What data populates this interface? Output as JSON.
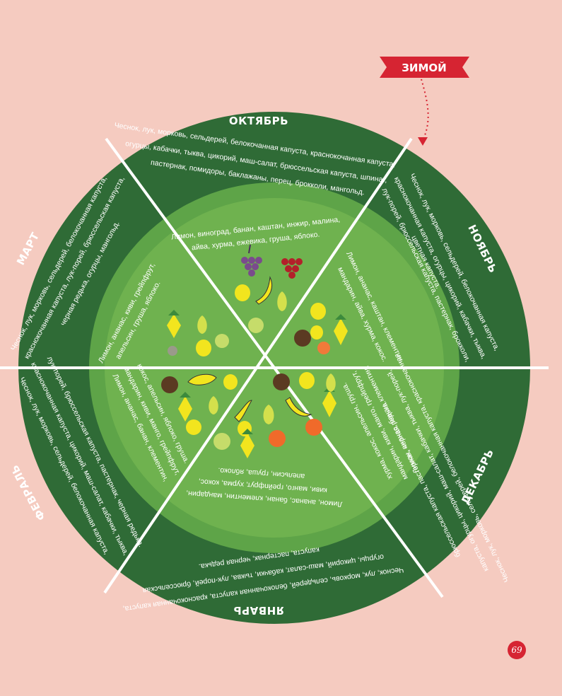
{
  "banner": {
    "label": "ЗИМОЙ"
  },
  "page_number": "69",
  "colors": {
    "background": "#f5cbc0",
    "outer_ring": "#2f6b36",
    "inner_ring": "#5ea448",
    "center_disc": "#6fb24f",
    "divider": "#ffffff",
    "banner_red": "#d62432"
  },
  "months": [
    {
      "id": "october",
      "title": "ОКТЯБРЬ",
      "vegetables": [
        "Чеснок, лук, морковь, сельдерей, белокочанная капуста, краснокочанная капуста,",
        "огурцы, кабачки, тыква, цикорий, маш-салат, брюссельская капуста, шпинат,",
        "пастернак, помидоры, баклажаны, перец, брокколи, мангольд."
      ],
      "fruits": [
        "Лимон, виноград, банан, каштан, инжир, малина,",
        "айва, хурма, ежевика, груша, яблоко."
      ],
      "icons": [
        "grapes-icon",
        "raspberry-icon",
        "lemon-icon",
        "banana-icon",
        "pear-icon",
        "apple-icon"
      ]
    },
    {
      "id": "november",
      "title": "НОЯБРЬ",
      "vegetables": [
        "Чеснок, лук, морковь, сельдерей, белокочанная капуста,",
        "краснокочанная капуста, огурцы, цикорий, кабачки, тыква,",
        "лук-порей, брюссельская капуста, пастернак, брокколи,",
        "цветная капуста."
      ],
      "fruits": [
        "Лимон, ананас, каштан, клементин,",
        "мандарин, айва, хурма, кокос."
      ],
      "icons": [
        "lemon-icon",
        "pineapple-icon",
        "coconut-icon",
        "lime-icon",
        "tangerine-icon"
      ]
    },
    {
      "id": "december",
      "title": "ДЕКАБРЬ",
      "vegetables": [
        "Чеснок, лук, морковь, сельдерей, белокочанная капуста, краснокочанная",
        "капуста, огурцы, цикорий, маш-салат, кабачки, тыква, лук-порей,",
        "брюссельская капуста, пастернак, черная редька."
      ],
      "fruits": [
        "Лимон, ананас, банан, клементин,",
        "мандарин, киви, манго, грейпфрут,",
        "хурма, кокос, апельсин, груша."
      ],
      "icons": [
        "coconut-icon",
        "lemon-icon",
        "pineapple-icon",
        "banana-icon",
        "pear-icon",
        "orange-icon"
      ]
    },
    {
      "id": "january",
      "title": "ЯНВАРЬ",
      "vegetables": [
        "Чеснок, лук, морковь, сельдерей, белокочанная капуста, краснокочанная капуста,",
        "огурцы, цикорий, маш-салат, кабачки, тыква, лук-порей, брюссельская",
        "капуста, пастернак, черная редька."
      ],
      "fruits": [
        "Лимон, ананас, банан, клементин, мандарин,",
        "киви, манго, грейпфрут, хурма, кокос,",
        "апельсин, груша, яблоко."
      ],
      "icons": [
        "banana-icon",
        "pear-icon",
        "lemon-icon",
        "pineapple-icon",
        "apple-icon",
        "orange-icon"
      ]
    },
    {
      "id": "february",
      "title": "ФЕВРАЛЬ",
      "vegetables": [
        "Чеснок, лук, морковь, сельдерей, белокочанная капуста,",
        "краснокочанная капуста, цикорий, маш-салат, кабачки, тыква,",
        "лук-порей, брюссельская капуста, пастернак, черная редька."
      ],
      "fruits": [
        "Лимон, ананас, банан, клементин,",
        "мандарин, киви, манго, грейпфрут,",
        "кокос, апельсин, яблоко, груша."
      ],
      "icons": [
        "coconut-icon",
        "kiwi-icon",
        "lemon-icon",
        "pineapple-icon",
        "pear-icon",
        "apple-icon"
      ]
    },
    {
      "id": "march",
      "title": "МАРТ",
      "vegetables": [
        "Чеснок, лук, морковь, сельдерей, белокочанная капуста,",
        "краснокочанная капуста, лук-порей, брюссельская капуста,",
        "черная редька, огурцы, мангольд."
      ],
      "fruits": [
        "Лимон, ананас, киви, грейпфрут,",
        "апельсин, груша, яблоко."
      ],
      "icons": [
        "pineapple-icon",
        "pear-icon",
        "lemon-icon",
        "apple-icon",
        "nut-icon"
      ]
    }
  ]
}
